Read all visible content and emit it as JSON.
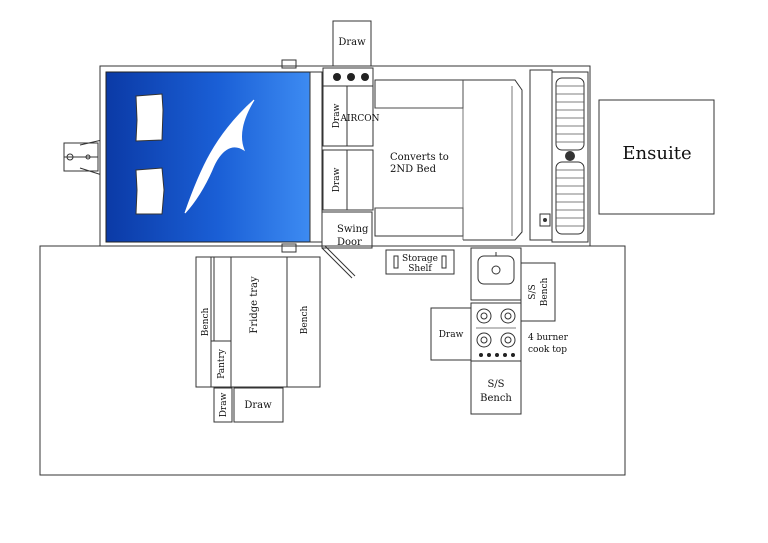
{
  "labels": {
    "draw_top": "Draw",
    "draw_left_1": "Draw",
    "aircon": "AIRCON",
    "draw_left_2": "Draw",
    "converts_line1": "Converts to",
    "converts_line2": "2ND Bed",
    "swing_line1": "Swing",
    "swing_line2": "Door",
    "storage_line1": "Storage",
    "storage_line2": "Shelf",
    "ensuite": "Ensuite",
    "ss_bench_side_line1": "S/S",
    "ss_bench_side_line2": "Bench",
    "draw_kitchen": "Draw",
    "burner_line1": "4 burner",
    "burner_line2": "cook top",
    "ss_bench_bottom_line1": "S/S",
    "ss_bench_bottom_line2": "Bench",
    "bench_left": "Bench",
    "fridge_tray": "Fridge tray",
    "bench_right": "Bench",
    "pantry": "Pantry",
    "draw_small": "Draw",
    "draw_bottom": "Draw"
  },
  "colors": {
    "tent_blue_dark": "#0a3fae",
    "tent_blue_light": "#2f7cf0",
    "line": "#333333"
  }
}
